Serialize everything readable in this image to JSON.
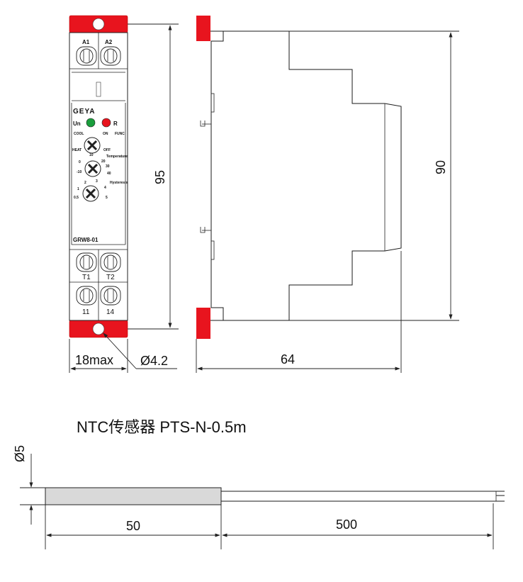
{
  "colors": {
    "accent_red": "#e8141e",
    "led_green": "#1a9e3c",
    "led_red": "#e8141e",
    "probe_fill": "#d9d9d9"
  },
  "front": {
    "terminal_top_left": "A1",
    "terminal_top_right": "A2",
    "brand": "GEYA",
    "led_left_label": "Un",
    "led_right_label": "R",
    "knob1_label_tl": "COOL",
    "knob1_label_tr": "ON",
    "knob1_label_l": "HEAT",
    "knob1_label_r": "OFF",
    "func_label": "FUNC",
    "knob2_title": "Temperature",
    "knob2_ticks": [
      "10",
      "20",
      "0",
      "30",
      "-10",
      "40"
    ],
    "knob3_title": "Hysteresis",
    "knob3_ticks": [
      "2",
      "3",
      "1",
      "4",
      "0.5",
      "5"
    ],
    "model": "GRW8-01",
    "terminal_mid_left": "T1",
    "terminal_mid_right": "T2",
    "terminal_bot_left": "11",
    "terminal_bot_right": "14"
  },
  "dimensions": {
    "height_front": "95",
    "width_front": "18max",
    "hole": "Ø4.2",
    "depth_side": "64",
    "height_side": "90",
    "probe_diameter": "Ø5",
    "probe_length": "50",
    "cable_length": "500"
  },
  "probe": {
    "title": "NTC传感器 PTS-N-0.5m"
  }
}
